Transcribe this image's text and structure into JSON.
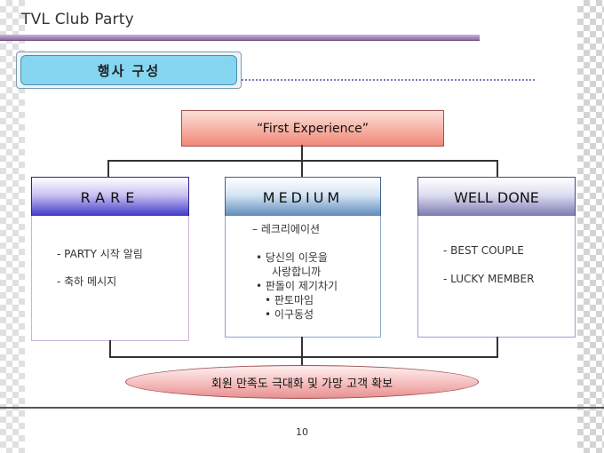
{
  "slide": {
    "title": "TVL Club Party",
    "page_number": "10"
  },
  "section": {
    "label": "행사 구성"
  },
  "top_box": {
    "text": "“First Experience”"
  },
  "columns": [
    {
      "header": "RARE",
      "items": [
        "- PARTY 시작 알림",
        "- 축하 메시지"
      ]
    },
    {
      "header": "MEDIUM",
      "items": [
        "–  레크리에이션",
        "• 당신의 이웃을",
        "사랑합니까",
        "• 판돌이 제기차기",
        "• 판토마임",
        "• 이구동성"
      ]
    },
    {
      "header": "WELL DONE",
      "items": [
        "- BEST COUPLE",
        "- LUCKY MEMBER"
      ]
    }
  ],
  "bottom_goal": {
    "text": "회원 만족도 극대화 및 가망 고객 확보"
  },
  "colors": {
    "title_bar": "#a283b6",
    "section_fill": "#86d6f2",
    "top_box_fill": "#f08878",
    "rare_header": "#3a32c8",
    "medium_header": "#5a86b8",
    "welldone_header": "#7676b0",
    "ellipse_fill": "#f4b8b8"
  }
}
